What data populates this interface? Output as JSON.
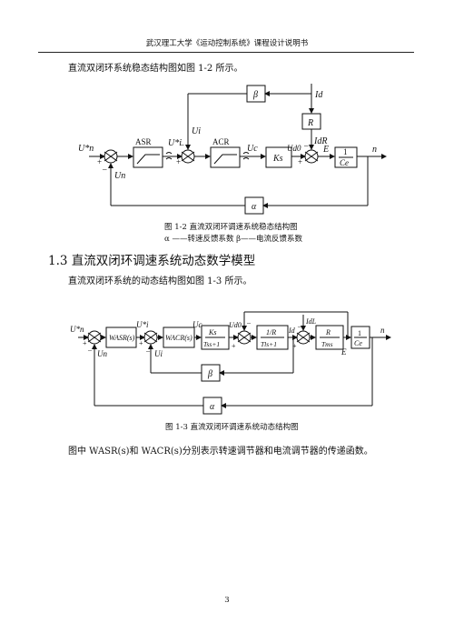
{
  "header": {
    "text": "武汉理工大学《运动控制系统》课程设计说明书"
  },
  "intro1": "直流双闭环系统稳态结构图如图 1-2 所示。",
  "fig1": {
    "caption": "图 1-2    直流双闭环调速系统稳态结构图",
    "legend": "α ——转速反馈系数      β——电流反馈系数",
    "labels": {
      "beta": "β",
      "Id": "Id",
      "R": "R",
      "Ui": "Ui",
      "IdR": "IdR",
      "Ui_star": "U*i",
      "ASR": "ASR",
      "ACR": "ACR",
      "Uc": "Uc",
      "Ud0": "Ud0",
      "E": "E",
      "Un_star": "U*n",
      "Ks": "Ks",
      "one": "1",
      "Ce": "Ce",
      "n": "n",
      "Un": "Un",
      "alpha": "α"
    }
  },
  "section": {
    "title": "1.3 直流双闭环调速系统动态数学模型"
  },
  "intro2": "直流双闭环系统的动态结构图如图 1-3 所示。",
  "fig2": {
    "caption": "图 1-3    直流双闭环调速系统动态结构图",
    "labels": {
      "Un_star": "U*n",
      "WASR": "WASR(s)",
      "Ui_star": "U*i",
      "WACR": "WACR(s)",
      "Uc": "Uc",
      "Ks": "Ks",
      "Tss1": "Tss+1",
      "Ud0": "Ud0",
      "oneR": "1/R",
      "Tls1": "Tls+1",
      "Id": "Id",
      "IdL": "IdL",
      "R": "R",
      "Tms": "Tms",
      "one": "1",
      "Ce": "Ce",
      "E": "E",
      "n": "n",
      "Un": "Un",
      "Ui": "Ui",
      "beta": "β",
      "alpha": "α"
    }
  },
  "closing": "图中 WASR(s)和 WACR(s)分别表示转速调节器和电流调节器的传递函数。",
  "page_number": "3"
}
